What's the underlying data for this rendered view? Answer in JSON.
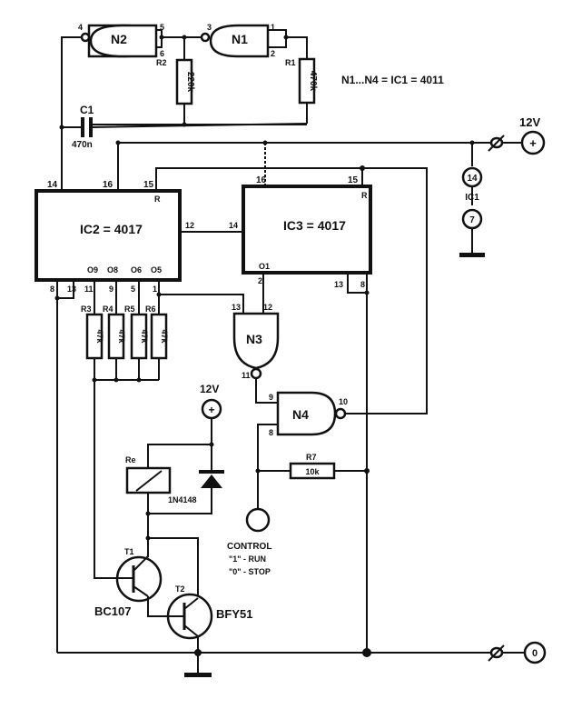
{
  "title_note": "N1...N4 = IC1 = 4011",
  "supply": {
    "positive_label": "12V",
    "positive_symbol": "+",
    "ground_symbol": "0"
  },
  "ic1_power": {
    "label": "IC1",
    "vdd_pin": "14",
    "vss_pin": "7"
  },
  "gates": {
    "n1": {
      "name": "N1",
      "pins": [
        "1",
        "2",
        "3"
      ]
    },
    "n2": {
      "name": "N2",
      "pins": [
        "5",
        "6",
        "4"
      ]
    },
    "n3": {
      "name": "N3",
      "pins": [
        "13",
        "12",
        "11"
      ]
    },
    "n4": {
      "name": "N4",
      "pins": [
        "9",
        "8",
        "10"
      ]
    }
  },
  "ic2": {
    "label": "IC2 = 4017",
    "top_pins": [
      "14",
      "16",
      "15"
    ],
    "reset": "R",
    "carry_pin": "12",
    "outputs": [
      "O9",
      "O8",
      "O6",
      "O5"
    ],
    "bottom_pins": [
      "8",
      "13",
      "11",
      "9",
      "5",
      "1"
    ]
  },
  "ic3": {
    "label": "IC3 = 4017",
    "top_pins": [
      "16",
      "15"
    ],
    "reset": "R",
    "clock_pin": "14",
    "output": "O1",
    "bottom_pins": [
      "2",
      "13",
      "8"
    ]
  },
  "resistors": {
    "r1": {
      "name": "R1",
      "value": "470k"
    },
    "r2": {
      "name": "R2",
      "value": "220k"
    },
    "r3": {
      "name": "R3",
      "value": "47k"
    },
    "r4": {
      "name": "R4",
      "value": "47k"
    },
    "r5": {
      "name": "R5",
      "value": "47k"
    },
    "r6": {
      "name": "R6",
      "value": "47k"
    },
    "r7": {
      "name": "R7",
      "value": "10k"
    }
  },
  "capacitor": {
    "name": "C1",
    "value": "470n"
  },
  "relay": {
    "name": "Re"
  },
  "diode": {
    "name": "1N4148"
  },
  "relay_supply": {
    "label": "12V",
    "symbol": "+"
  },
  "transistors": {
    "t1": {
      "name": "T1",
      "type": "BC107"
    },
    "t2": {
      "name": "T2",
      "type": "BFY51"
    }
  },
  "control": {
    "label": "CONTROL",
    "run": "\"1\" - RUN",
    "stop": "\"0\" - STOP"
  }
}
